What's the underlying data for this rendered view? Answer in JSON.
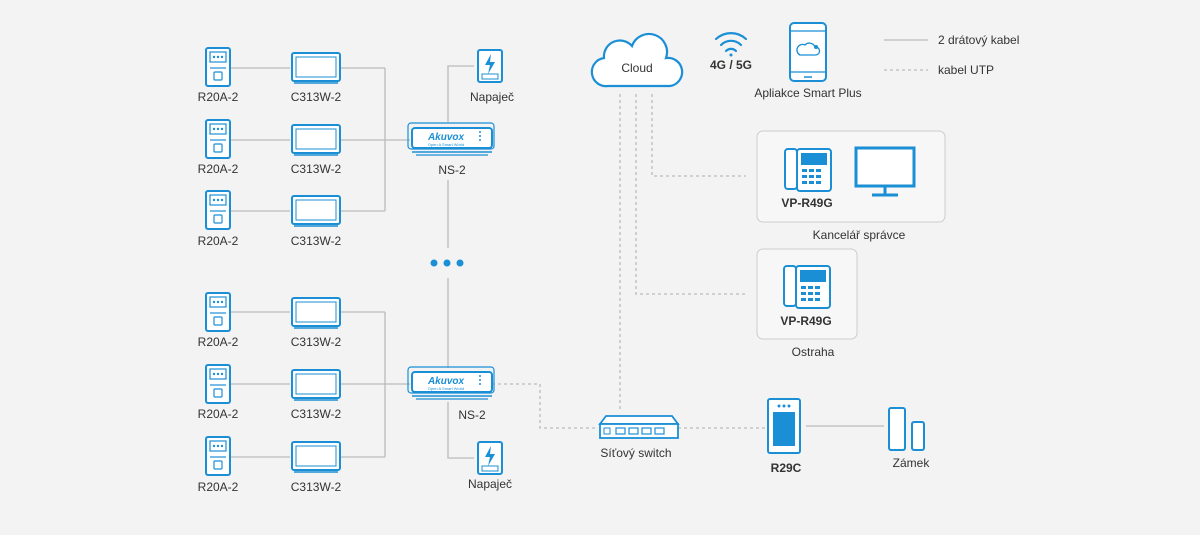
{
  "legend": {
    "solid": "2 drátový kabel",
    "dashed": "kabel UTP"
  },
  "cloud": {
    "label": "Cloud"
  },
  "wireless": {
    "label": "4G / 5G"
  },
  "app": {
    "label": "Apliakce Smart Plus"
  },
  "groups": [
    {
      "rows": [
        {
          "outdoor": "R20A-2",
          "indoor": "C313W-2"
        },
        {
          "outdoor": "R20A-2",
          "indoor": "C313W-2"
        },
        {
          "outdoor": "R20A-2",
          "indoor": "C313W-2"
        }
      ],
      "switch": {
        "brand": "Akuvox",
        "tagline": "Open A Smart World",
        "label": "NS-2"
      },
      "power": "Napaječ"
    },
    {
      "rows": [
        {
          "outdoor": "R20A-2",
          "indoor": "C313W-2"
        },
        {
          "outdoor": "R20A-2",
          "indoor": "C313W-2"
        },
        {
          "outdoor": "R20A-2",
          "indoor": "C313W-2"
        }
      ],
      "switch": {
        "brand": "Akuvox",
        "tagline": "Open A Smart World",
        "label": "NS-2"
      },
      "power": "Napaječ"
    }
  ],
  "office": {
    "phone": "VP-R49G",
    "label": "Kancelář správce"
  },
  "guard": {
    "phone": "VP-R49G",
    "label": "Ostraha"
  },
  "network_switch": {
    "label": "Síťový switch"
  },
  "door_station": {
    "label": "R29C"
  },
  "lock": {
    "label": "Zámek"
  },
  "colors": {
    "accent": "#1a8fd6",
    "wire": "#bbbbbb",
    "background": "#f3f3f3"
  }
}
